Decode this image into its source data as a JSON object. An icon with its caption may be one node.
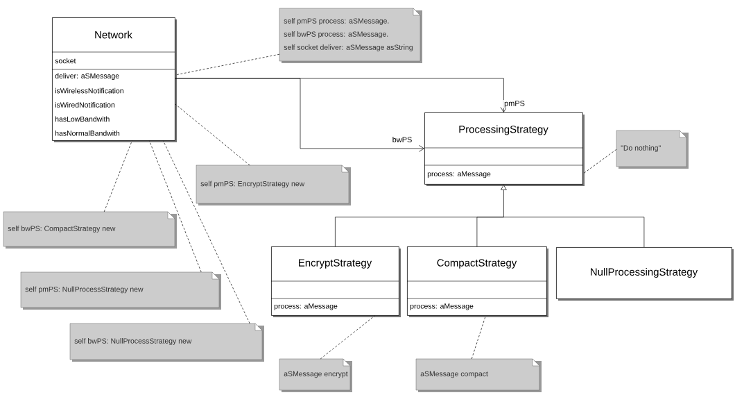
{
  "diagram": {
    "nodes": [
      {
        "text": [
          "Network",
          "socket",
          "deliver: aSMessage",
          "isWirelessNotification",
          "isWiredNotification",
          "hasLowBandwith",
          "hasNormalBandwith"
        ]
      },
      {
        "text": [
          "self pmPS process: aSMessage.",
          "self bwPS process: aSMessage.",
          "self socket deliver: aSMessage asString"
        ]
      },
      {
        "text": [
          "ProcessingStrategy",
          "process: aMessage"
        ]
      },
      {
        "text": [
          "\"Do nothing\""
        ]
      },
      {
        "text": [
          "self pmPS: EncryptStrategy new"
        ]
      },
      {
        "text": [
          "self bwPS: CompactStrategy new"
        ]
      },
      {
        "text": [
          "self pmPS: NullProcessStrategy new"
        ]
      },
      {
        "text": [
          "self bwPS: NullProcessStrategy new"
        ]
      },
      {
        "text": [
          "EncryptStrategy",
          "process: aMessage"
        ]
      },
      {
        "text": [
          "CompactStrategy",
          "process: aMessage"
        ]
      },
      {
        "text": [
          "NullProcessingStrategy"
        ]
      },
      {
        "text": [
          "aSMessage encrypt"
        ]
      },
      {
        "text": [
          "aSMessage compact"
        ]
      }
    ],
    "edges": [
      {
        "from": 0,
        "to": 2,
        "arrow": "to",
        "label": "pmPS"
      },
      {
        "from": 0,
        "to": 2,
        "arrow": "to",
        "label": "bwPS"
      },
      {
        "from": 8,
        "to": 2,
        "arrow": "to"
      },
      {
        "from": 9,
        "to": 2,
        "arrow": "to"
      },
      {
        "from": 10,
        "to": 2,
        "arrow": "to"
      },
      {
        "from": 1,
        "to": 0,
        "arrow": "none",
        "style": "dashed"
      },
      {
        "from": 4,
        "to": 0,
        "arrow": "none",
        "style": "dashed"
      },
      {
        "from": 5,
        "to": 0,
        "arrow": "none",
        "style": "dashed"
      },
      {
        "from": 6,
        "to": 0,
        "arrow": "none",
        "style": "dashed"
      },
      {
        "from": 7,
        "to": 0,
        "arrow": "none",
        "style": "dashed"
      },
      {
        "from": 3,
        "to": 2,
        "arrow": "none",
        "style": "dashed"
      },
      {
        "from": 11,
        "to": 8,
        "arrow": "none",
        "style": "dashed"
      },
      {
        "from": 12,
        "to": 9,
        "arrow": "none",
        "style": "dashed"
      }
    ]
  }
}
